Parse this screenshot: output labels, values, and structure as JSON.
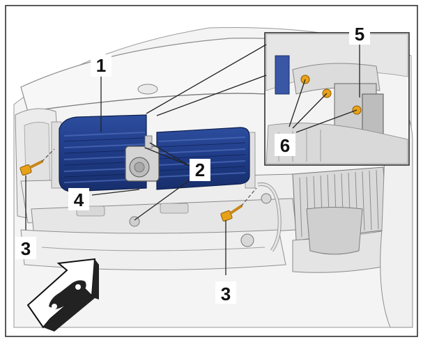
{
  "figure": {
    "callouts": [
      {
        "id": "1",
        "label": "1"
      },
      {
        "id": "2",
        "label": "2"
      },
      {
        "id": "3a",
        "label": "3"
      },
      {
        "id": "3b",
        "label": "3"
      },
      {
        "id": "4",
        "label": "4"
      },
      {
        "id": "5",
        "label": "5"
      },
      {
        "id": "6",
        "label": "6"
      }
    ],
    "colors": {
      "radiator_blue": "#1f3b86",
      "bolt_orange": "#e8a21a",
      "line_gray": "#8a8a8a",
      "body_light": "#eeeeee"
    },
    "icons": [
      "car-direction-arrow-icon"
    ]
  }
}
